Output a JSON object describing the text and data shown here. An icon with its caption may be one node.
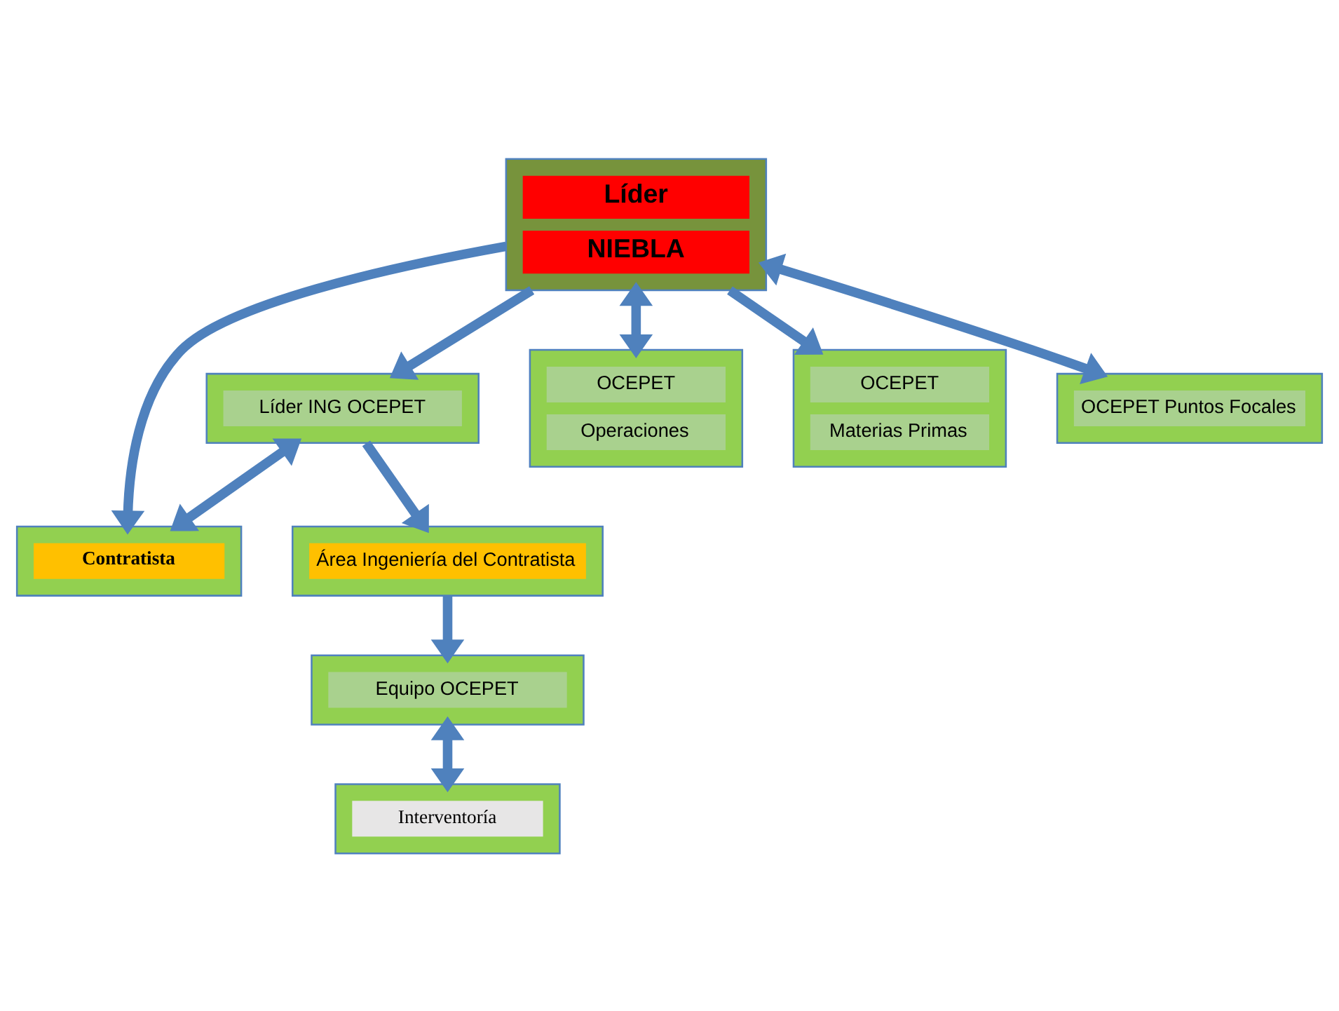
{
  "diagram": {
    "nodes": [
      {
        "text": [
          "Líder ING OCEPET"
        ]
      },
      {
        "text": [
          "Contratista"
        ]
      },
      {
        "text": [
          "Área Ingeniería del Contratista"
        ]
      },
      {
        "text": [
          "Líder",
          "NIEBLA"
        ]
      },
      {
        "text": [
          "OCEPET",
          "Operaciones"
        ]
      },
      {
        "text": [
          "Equipo OCEPET"
        ]
      },
      {
        "text": [
          "OCEPET",
          "Materias Primas"
        ]
      },
      {
        "text": [
          "Interventoría"
        ]
      },
      {
        "text": [
          "OCEPET Puntos Focales"
        ]
      }
    ],
    "edges": [
      {
        "from": 3,
        "to": 0,
        "arrow": "to"
      },
      {
        "from": 0,
        "to": 1,
        "arrow": "both"
      },
      {
        "from": 3,
        "to": 1,
        "arrow": "to"
      },
      {
        "from": 0,
        "to": 2,
        "arrow": "to"
      },
      {
        "from": 2,
        "to": 5,
        "arrow": "to"
      },
      {
        "from": 3,
        "to": 4,
        "arrow": "both"
      },
      {
        "from": 3,
        "to": 6,
        "arrow": "to"
      },
      {
        "from": 5,
        "to": 7,
        "arrow": "both"
      },
      {
        "from": 3,
        "to": 8,
        "arrow": "both"
      }
    ]
  }
}
